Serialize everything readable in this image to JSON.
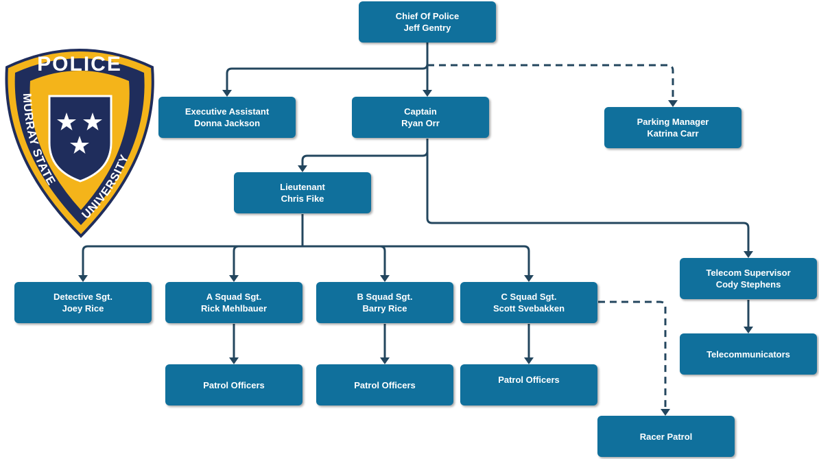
{
  "badge": {
    "top_text": "POLICE",
    "left_text": "MURRAY STATE",
    "right_text": "UNIVERSITY",
    "colors": {
      "gold": "#f4b41a",
      "navy": "#1f2d5c",
      "white": "#ffffff"
    }
  },
  "colors": {
    "node_fill": "#10709c",
    "connector": "#23465e"
  },
  "nodes": {
    "chief": {
      "title": "Chief Of Police",
      "name": "Jeff Gentry"
    },
    "exec_asst": {
      "title": "Executive Assistant",
      "name": "Donna Jackson"
    },
    "captain": {
      "title": "Captain",
      "name": "Ryan Orr"
    },
    "parking": {
      "title": "Parking Manager",
      "name": "Katrina Carr"
    },
    "lieutenant": {
      "title": "Lieutenant",
      "name": "Chris Fike"
    },
    "detective": {
      "title": "Detective Sgt.",
      "name": "Joey Rice"
    },
    "a_squad": {
      "title": "A Squad Sgt.",
      "name": "Rick Mehlbauer"
    },
    "b_squad": {
      "title": "B Squad Sgt.",
      "name": "Barry Rice"
    },
    "c_squad": {
      "title": "C Squad Sgt.",
      "name": "Scott Svebakken"
    },
    "telecom_sup": {
      "title": "Telecom Supervisor",
      "name": "Cody Stephens"
    },
    "patrol_a": {
      "title": "Patrol Officers"
    },
    "patrol_b": {
      "title": "Patrol Officers"
    },
    "patrol_c": {
      "title": "Patrol Officers"
    },
    "telecomms": {
      "title": "Telecommunicators"
    },
    "racer": {
      "title": "Racer Patrol"
    }
  }
}
